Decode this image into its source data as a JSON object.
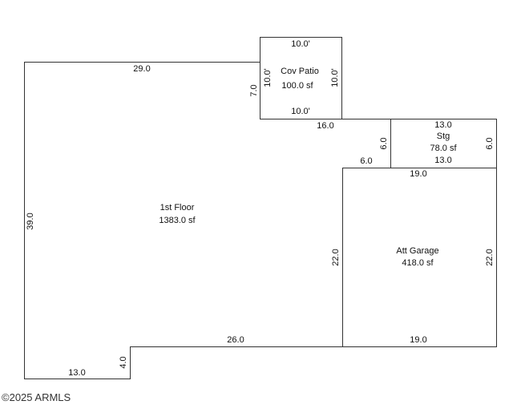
{
  "rooms": {
    "first_floor": {
      "name": "1st Floor",
      "area": "1383.0 sf"
    },
    "cov_patio": {
      "name": "Cov Patio",
      "area": "100.0 sf"
    },
    "storage": {
      "name": "Stg",
      "area": "78.0 sf"
    },
    "garage": {
      "name": "Att Garage",
      "area": "418.0 sf"
    }
  },
  "dimensions": {
    "floor_top": "29.0",
    "floor_left": "39.0",
    "floor_bottom": "13.0",
    "floor_step": "4.0",
    "floor_bottom_mid": "26.0",
    "floor_notch_top": "16.0",
    "floor_notch_step": "6.0",
    "floor_patio_side": "7.0",
    "patio_top": "10.0'",
    "patio_bottom": "10.0'",
    "patio_left": "10.0'",
    "patio_right": "10.0'",
    "stg_top": "13.0",
    "stg_bottom": "13.0",
    "stg_left": "6.0",
    "stg_right": "6.0",
    "garage_top": "19.0",
    "garage_bottom": "19.0",
    "garage_left": "22.0",
    "garage_right": "22.0"
  },
  "copyright": "2025 ARMLS"
}
